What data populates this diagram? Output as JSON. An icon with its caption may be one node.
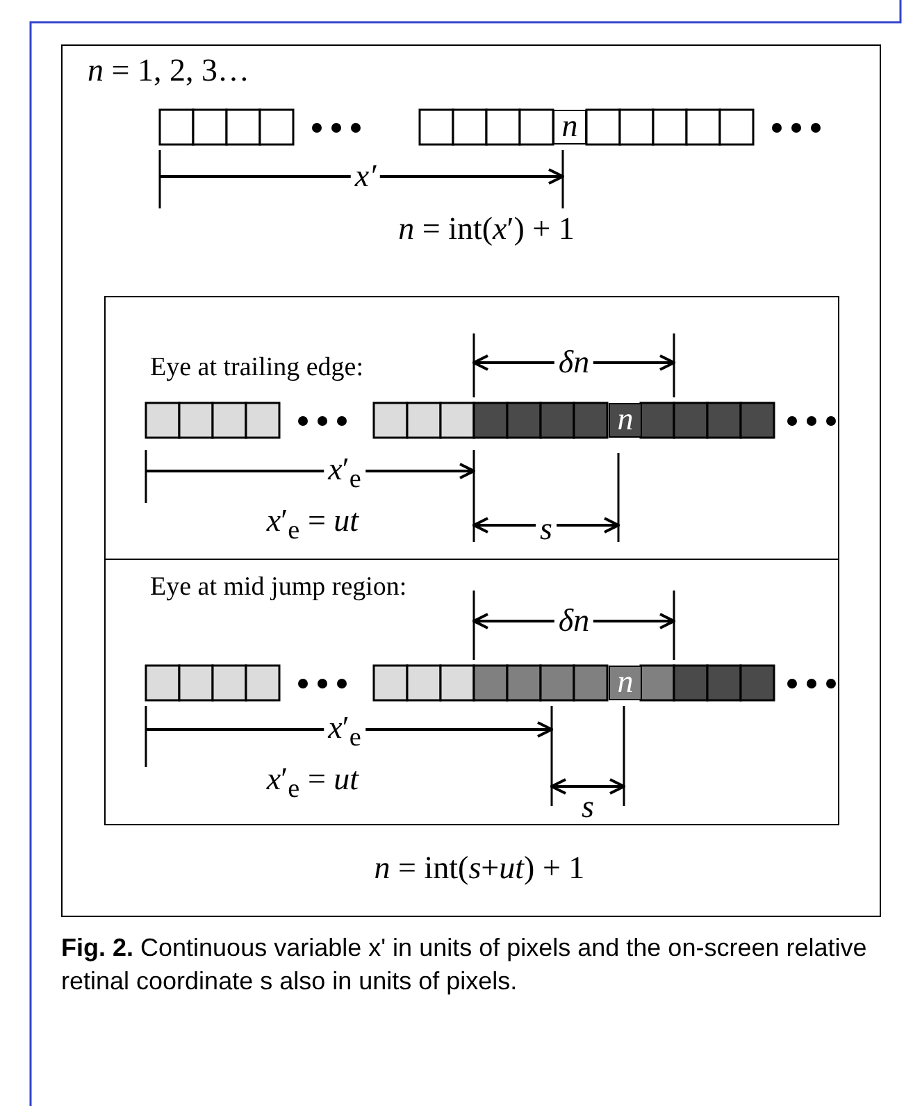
{
  "diagram": {
    "caption": "**Fig. 2.** Continuous variable x' in units of pixels and the on-screen relative retinal coordinate s also in units of pixels.",
    "nodes": [
      {
        "text": [
          "n"
        ]
      },
      {
        "text": [
          "Eye at trailing edge:"
        ]
      },
      {
        "text": [
          "n"
        ],
        "in": 1
      },
      {
        "text": [
          "Eye at mid jump region:"
        ]
      },
      {
        "text": [
          "n"
        ],
        "in": 3
      }
    ],
    "edges": [],
    "labels": [
      "*n* = 1, 2, 3…",
      "x′",
      "*n* = int(*x*′) + 1",
      "δn",
      "*x*′$_{e}$",
      "*x*′$_{e}$ = *ut*",
      "s",
      "δn",
      "*x*′$_{e}$",
      "*x*′$_{e}$ = *ut*",
      "s",
      "*n* = int(*s*+*ut*) + 1"
    ]
  }
}
